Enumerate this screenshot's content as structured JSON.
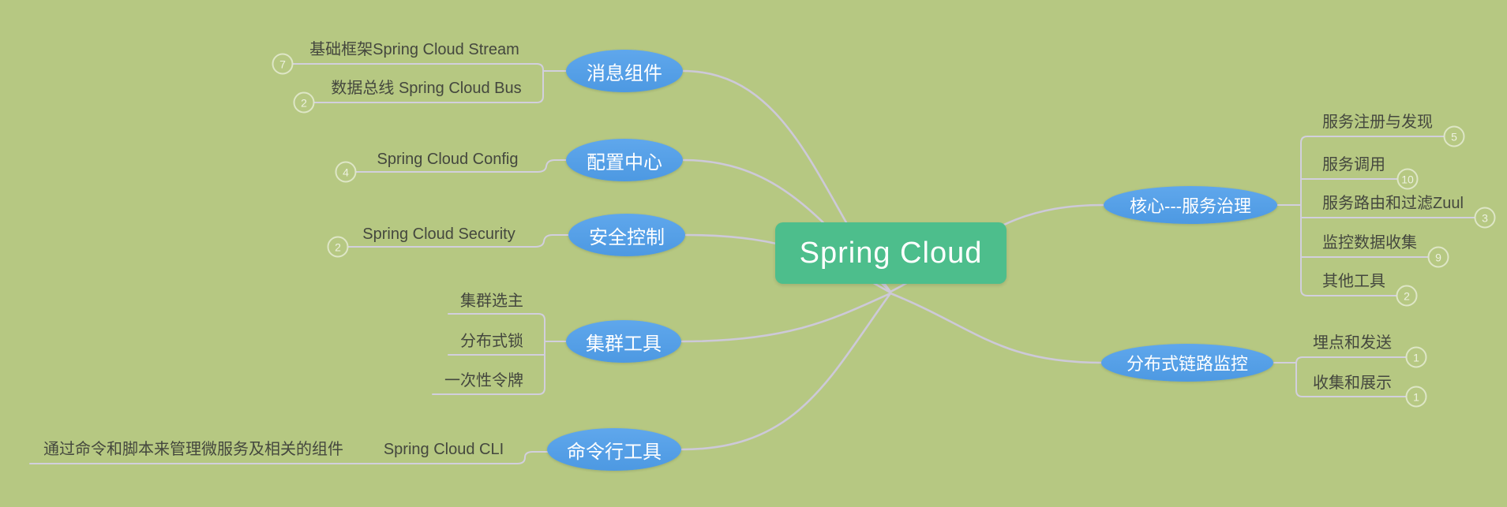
{
  "type": "mindmap",
  "colors": {
    "background": "#b6c882",
    "root_node": "#4dbe8c",
    "branch_node_top": "#5fa7ec",
    "branch_node_bottom": "#4d99e2",
    "connector": "#cdc9d8",
    "leaf_text": "#44473e",
    "node_text": "#ffffff",
    "badge": "rgba(255,255,255,0.6)"
  },
  "root": {
    "label": "Spring Cloud"
  },
  "branches": [
    {
      "id": "messaging",
      "label": "消息组件",
      "side": "left",
      "children": [
        {
          "label": "基础框架Spring Cloud Stream",
          "badge": "7"
        },
        {
          "label": "数据总线 Spring Cloud Bus",
          "badge": "2"
        }
      ]
    },
    {
      "id": "config-center",
      "label": "配置中心",
      "side": "left",
      "children": [
        {
          "label": "Spring Cloud Config",
          "badge": "4"
        }
      ]
    },
    {
      "id": "security",
      "label": "安全控制",
      "side": "left",
      "children": [
        {
          "label": "Spring Cloud Security",
          "badge": "2"
        }
      ]
    },
    {
      "id": "cluster-tools",
      "label": "集群工具",
      "side": "left",
      "children": [
        {
          "label": "集群选主"
        },
        {
          "label": "分布式锁"
        },
        {
          "label": "一次性令牌"
        }
      ]
    },
    {
      "id": "cli-tools",
      "label": "命令行工具",
      "side": "left",
      "children": [
        {
          "label": "Spring Cloud CLI",
          "children": [
            {
              "label": "通过命令和脚本来管理微服务及相关的组件"
            }
          ]
        }
      ]
    },
    {
      "id": "service-governance",
      "label": "核心---服务治理",
      "side": "right",
      "children": [
        {
          "label": "服务注册与发现",
          "badge": "5"
        },
        {
          "label": "服务调用",
          "badge": "10"
        },
        {
          "label": "服务路由和过滤Zuul",
          "badge": "3"
        },
        {
          "label": "监控数据收集",
          "badge": "9"
        },
        {
          "label": "其他工具",
          "badge": "2"
        }
      ]
    },
    {
      "id": "distributed-tracing",
      "label": "分布式链路监控",
      "side": "right",
      "children": [
        {
          "label": "埋点和发送",
          "badge": "1"
        },
        {
          "label": "收集和展示",
          "badge": "1"
        }
      ]
    }
  ]
}
